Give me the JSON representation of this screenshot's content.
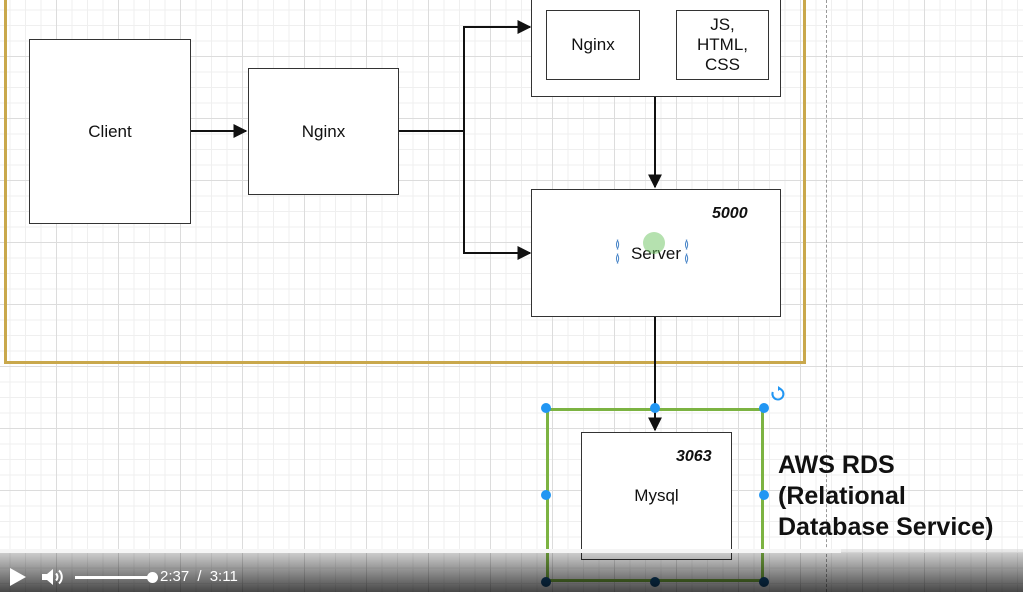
{
  "diagram": {
    "client_label": "Client",
    "nginx_label": "Nginx",
    "inner_nginx_label": "Nginx",
    "static_assets_label": "JS,\nHTML,\nCSS",
    "server_label": "Server",
    "server_port": "5000",
    "mysql_label": "Mysql",
    "mysql_port": "3063",
    "aws_rds_label": "AWS RDS\n(Relational\nDatabase Service)"
  },
  "player": {
    "current_time": "2:37",
    "separator": "/",
    "duration": "3:11",
    "progress_fraction": 0.822,
    "volume_fraction": 1.0
  },
  "colors": {
    "group_border": "#c9a84c",
    "selection_border": "#7cb342",
    "handle": "#2196f3"
  }
}
